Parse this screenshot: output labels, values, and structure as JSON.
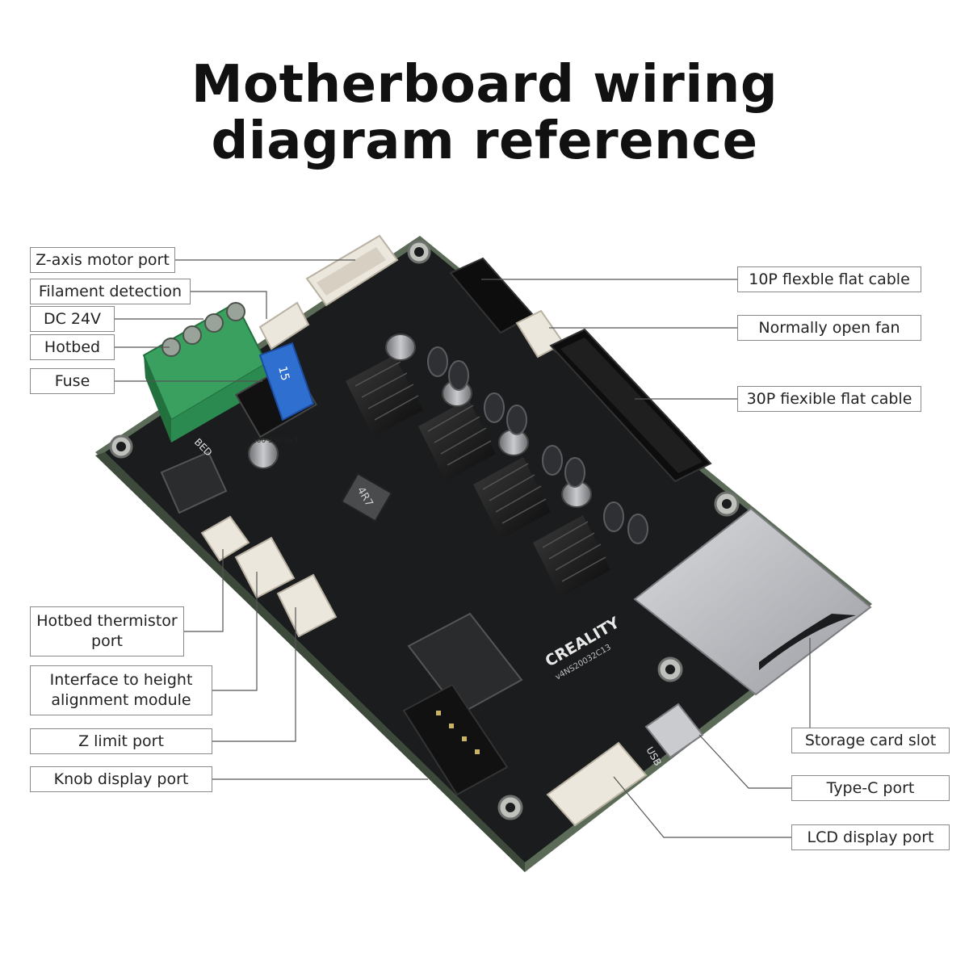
{
  "title": {
    "line1": "Motherboard wiring",
    "line2": "diagram reference"
  },
  "labels": {
    "z_axis_motor_port": "Z-axis motor port",
    "filament_detection": "Filament detection",
    "dc_24v": "DC 24V",
    "hotbed": "Hotbed",
    "fuse": "Fuse",
    "hotbed_thermistor_port": [
      "Hotbed thermistor",
      "port"
    ],
    "height_alignment_interface": [
      "Interface to height",
      "alignment module"
    ],
    "z_limit_port": "Z limit port",
    "knob_display_port": "Knob display port",
    "ffc_10p": "10P flexble flat cable",
    "normally_open_fan": "Normally open fan",
    "ffc_30p": "30P fiexible flat cable",
    "storage_card_slot": "Storage card slot",
    "type_c_port": "Type-C port",
    "lcd_display_port": "LCD display port"
  },
  "board_text": {
    "brand": "CREALITY",
    "model": "v4NS20032C13",
    "usb": "USB",
    "fuse_rating": "15",
    "capacitor": "100 35V RVT",
    "inductor": "4R7",
    "bed": "BED"
  },
  "colors": {
    "pcb": "#1b1c1d",
    "pcb_edge": "#5b6b58",
    "terminal_green": "#3aa060",
    "fuse_blue": "#2f6fd0",
    "connector_white": "#ece7dc",
    "label_border": "#8a8a8a"
  }
}
